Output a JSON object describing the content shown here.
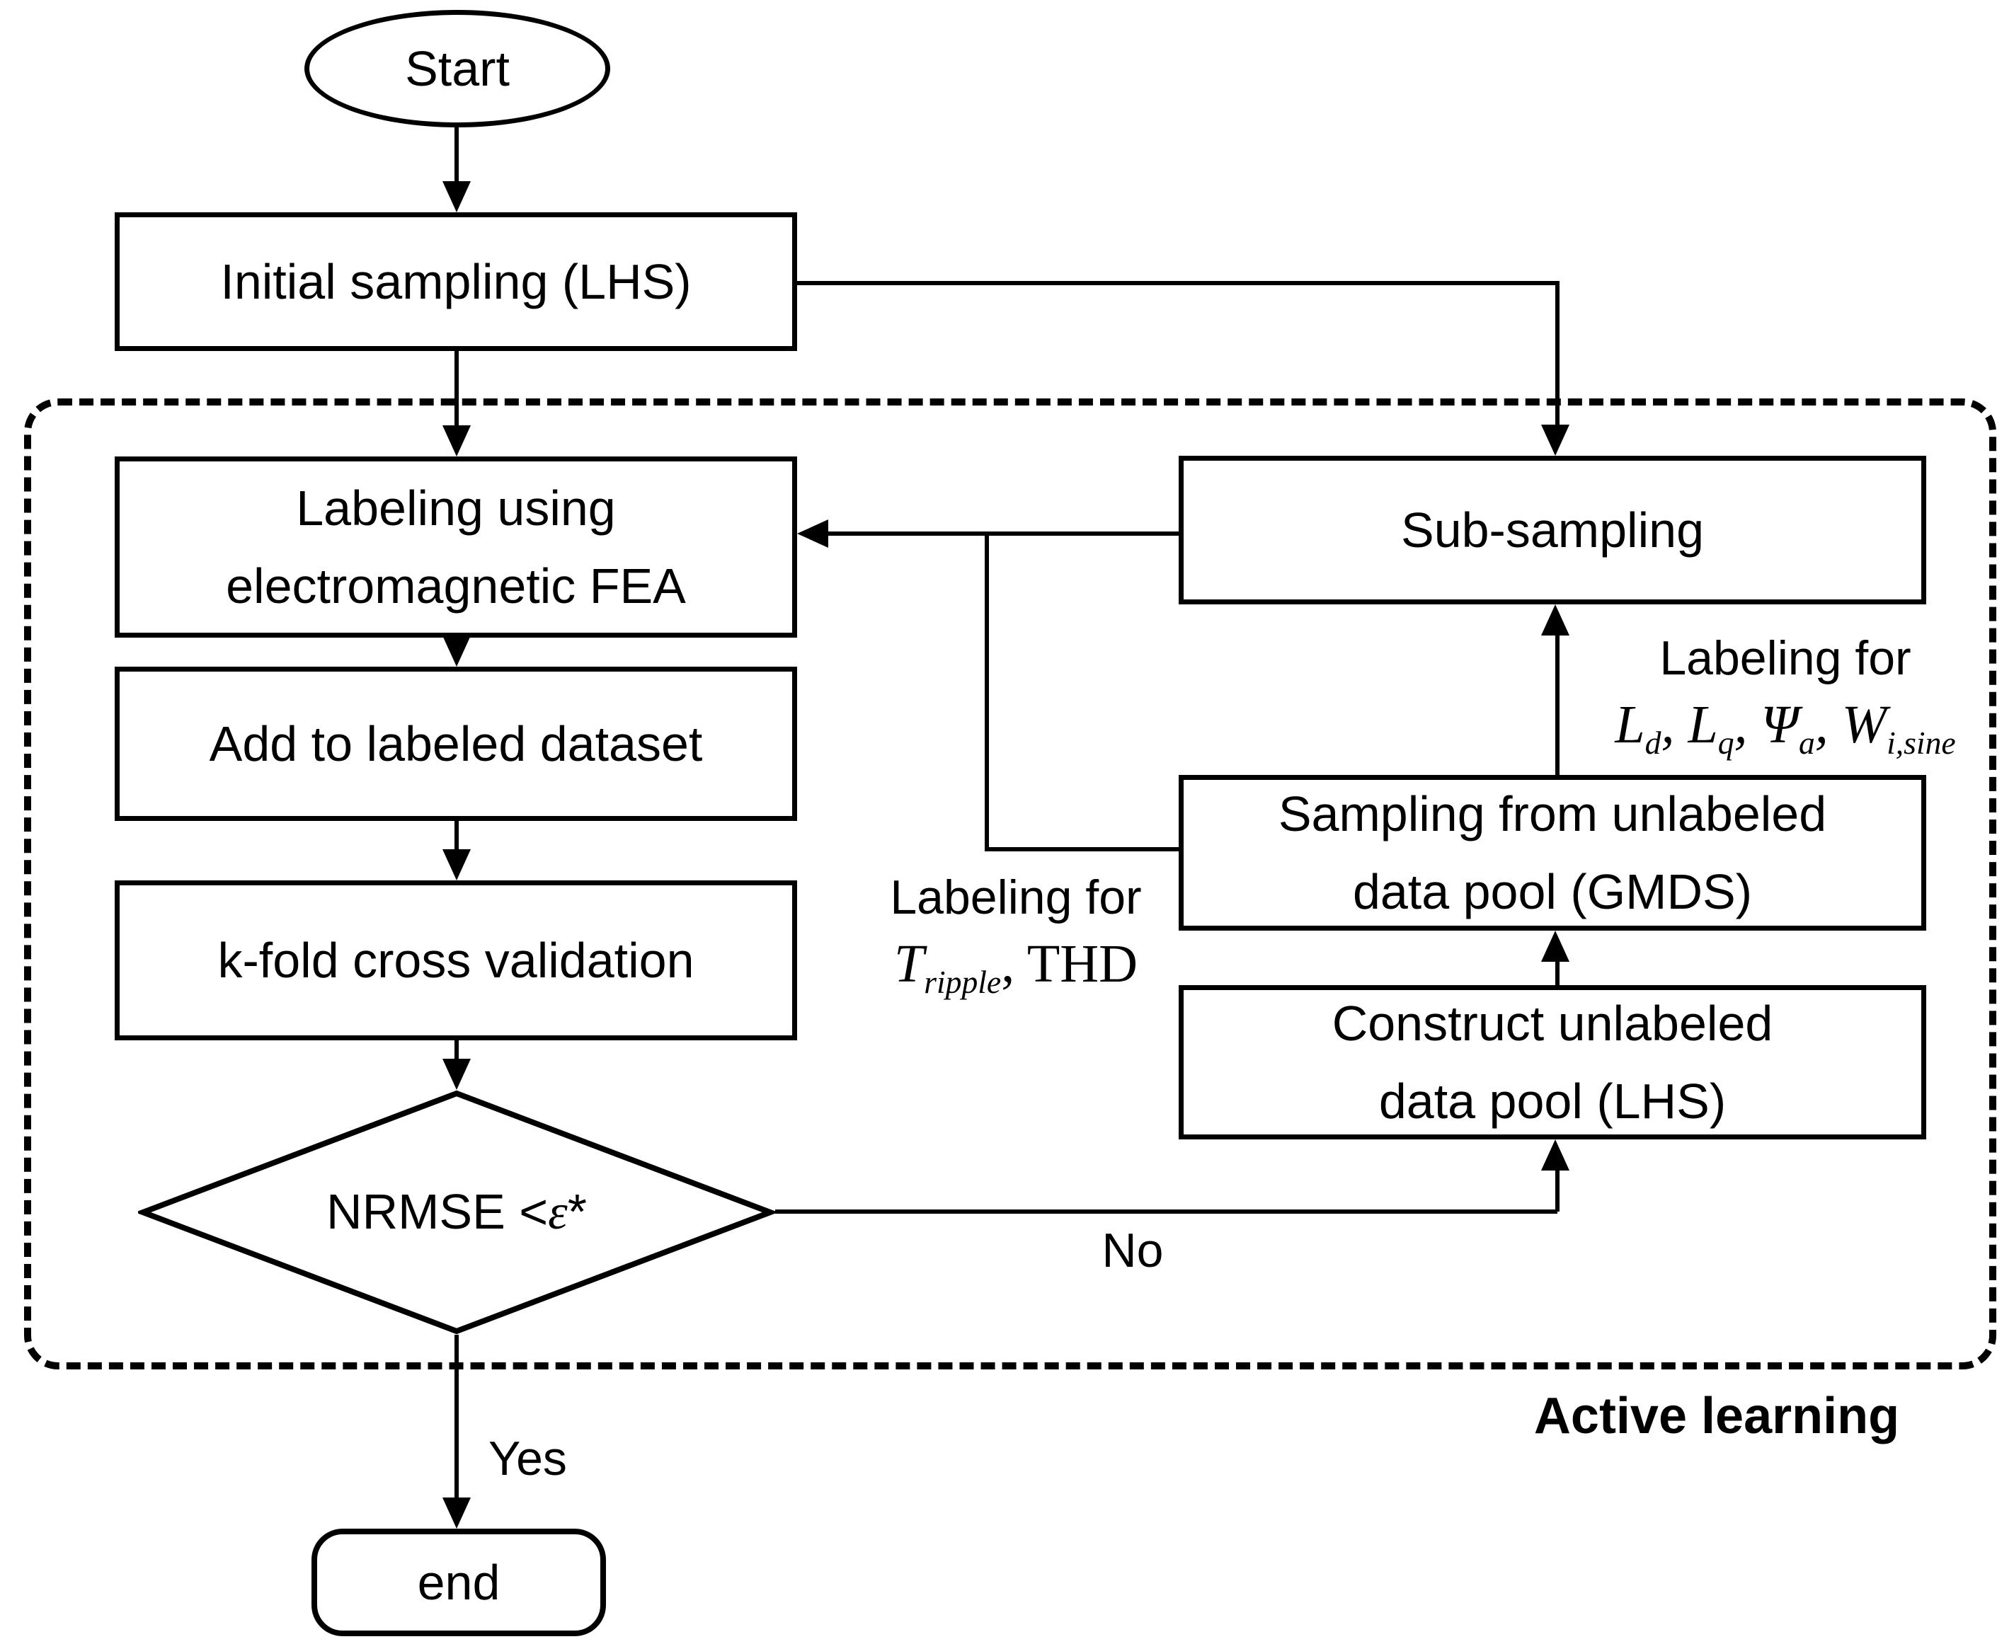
{
  "figure": {
    "background": "#ffffff",
    "stroke_color": "#000000",
    "region_label": "Active learning"
  },
  "nodes": {
    "start": {
      "label": "Start"
    },
    "initial_sampling": {
      "label": "Initial sampling (LHS)"
    },
    "labeling_fea": {
      "line1": "Labeling using",
      "line2": "electromagnetic FEA"
    },
    "add_labeled": {
      "label": "Add to labeled dataset"
    },
    "kfold": {
      "label": "k-fold cross validation"
    },
    "nrmse_decision": {
      "prefix": "NRMSE <",
      "epsilon": "ε",
      "star": "*"
    },
    "subsampling": {
      "label": "Sub-sampling"
    },
    "sampling_gmds": {
      "line1": "Sampling from unlabeled",
      "line2": "data pool (GMDS)"
    },
    "construct_pool": {
      "line1": "Construct unlabeled",
      "line2": "data pool (LHS)"
    },
    "end": {
      "label": "end"
    }
  },
  "edge_labels": {
    "yes": "Yes",
    "no": "No",
    "labeling_right": {
      "title": "Labeling for",
      "math": {
        "p1": "L",
        "s1": "d",
        "p2": ", L",
        "s2": "q",
        "p3": ", Ψ",
        "s3": "a",
        "p4": ", W",
        "s4": "i,sine"
      }
    },
    "labeling_left": {
      "title": "Labeling for",
      "math": {
        "p1": "T",
        "s1": "ripple",
        "p2": ", THD"
      }
    }
  },
  "edges": [
    {
      "from": "start",
      "to": "initial_sampling"
    },
    {
      "from": "initial_sampling",
      "to": "labeling_fea"
    },
    {
      "from": "initial_sampling",
      "to": "subsampling"
    },
    {
      "from": "labeling_fea",
      "to": "add_labeled"
    },
    {
      "from": "add_labeled",
      "to": "kfold"
    },
    {
      "from": "kfold",
      "to": "nrmse_decision"
    },
    {
      "from": "nrmse_decision",
      "to": "end",
      "label": "Yes"
    },
    {
      "from": "nrmse_decision",
      "to": "construct_pool",
      "label": "No"
    },
    {
      "from": "construct_pool",
      "to": "sampling_gmds"
    },
    {
      "from": "sampling_gmds",
      "to": "subsampling",
      "label": "Labeling for Ld, Lq, Ψa, Wi,sine"
    },
    {
      "from": "subsampling",
      "to": "labeling_fea",
      "label": "Labeling for Tripple, THD"
    }
  ]
}
